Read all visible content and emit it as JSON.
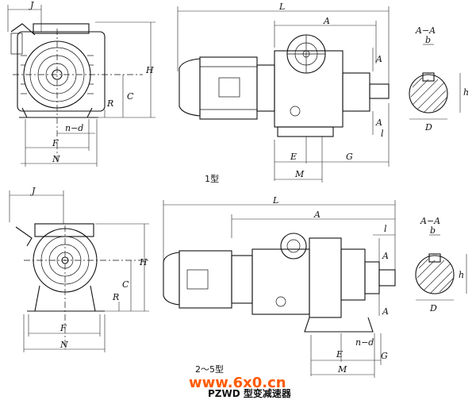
{
  "labels": {
    "J": "J",
    "L": "L",
    "A": "A",
    "H": "H",
    "R": "R",
    "C": "C",
    "nd": "n−d",
    "F": "F",
    "N": "N",
    "E": "E",
    "G": "G",
    "M": "M",
    "b": "b",
    "h": "h",
    "D": "D",
    "l": "l",
    "AA": "A−A",
    "Asec": "A"
  },
  "captions": {
    "type1": "1型",
    "type2": "2〜5型",
    "title": "PZWD 型变减速器"
  },
  "watermark": "www.6x0.cn",
  "colors": {
    "line": "#111111",
    "watermark": "#ff5a00",
    "background": "#ffffff"
  }
}
